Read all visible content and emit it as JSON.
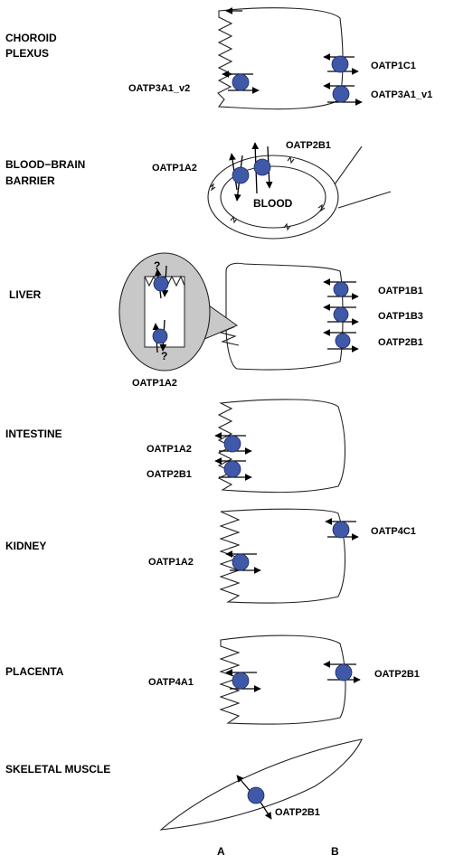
{
  "tissues": {
    "choroid": {
      "line1": "CHOROID",
      "line2": "PLEXUS"
    },
    "bbb": {
      "line1": "BLOOD−BRAIN",
      "line2": "BARRIER"
    },
    "liver": "LIVER",
    "intestine": "INTESTINE",
    "kidney": "KIDNEY",
    "placenta": "PLACENTA",
    "muscle": "SKELETAL MUSCLE"
  },
  "transporters": {
    "choroid_apical": "OATP3A1_v2",
    "choroid_basal_1": "OATP1C1",
    "choroid_basal_2": "OATP3A1_v1",
    "bbb_1": "OATP1A2",
    "bbb_2": "OATP2B1",
    "liver_1": "OATP1B1",
    "liver_2": "OATP1B3",
    "liver_3": "OATP2B1",
    "liver_inset": "OATP1A2",
    "intestine_1": "OATP1A2",
    "intestine_2": "OATP2B1",
    "kidney_apical": "OATP1A2",
    "kidney_basal": "OATP4C1",
    "placenta_apical": "OATP4A1",
    "placenta_basal": "OATP2B1",
    "muscle": "OATP2B1"
  },
  "blood_label": "BLOOD",
  "question_mark": "?",
  "axis": {
    "a": "A",
    "b": "B"
  },
  "colors": {
    "transporter": "#3f58a8",
    "inset": "#c8c8c8"
  }
}
